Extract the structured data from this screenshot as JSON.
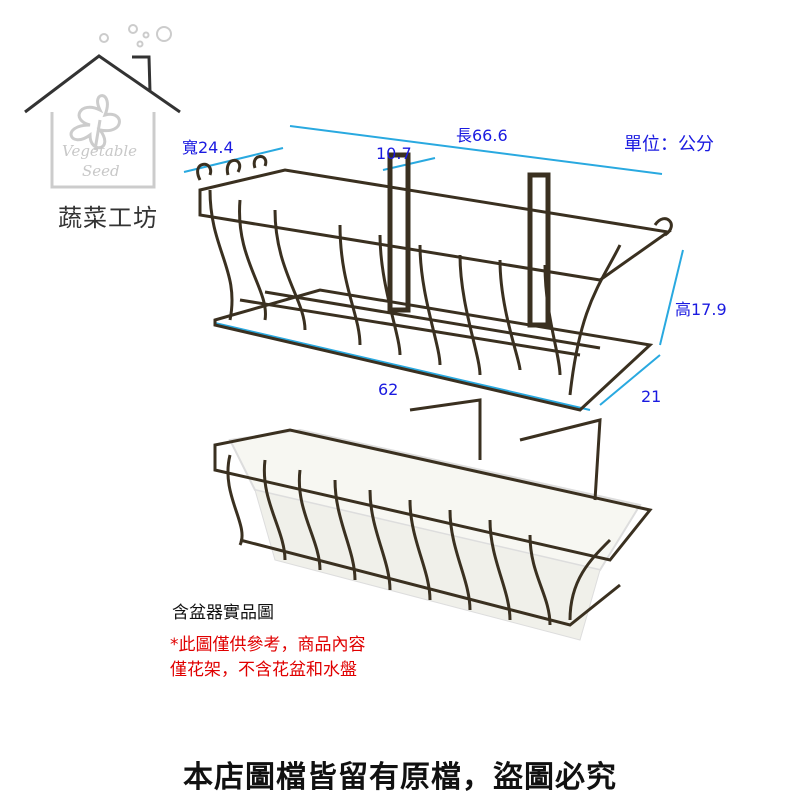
{
  "logo": {
    "brand_name": "蔬菜工坊",
    "script_line1": "Vegetable",
    "script_line2": "Seed"
  },
  "dimensions": {
    "unit_label": "單位：公分",
    "length": "長66.6",
    "width": "寬24.4",
    "height": "高17.9",
    "hook_width": "10.7",
    "base_length": "62",
    "base_width": "21"
  },
  "caption": "含盆器實品圖",
  "notice_line1": "*此圖僅供參考，商品內容",
  "notice_line2": "僅花架，不含花盆和水盤",
  "footer": "本店圖檔皆留有原檔，盜圖必究",
  "colors": {
    "dimension_text": "#1a1ae0",
    "arrow": "#29a9e0",
    "notice": "#e00000",
    "iron": "#3a3020"
  }
}
